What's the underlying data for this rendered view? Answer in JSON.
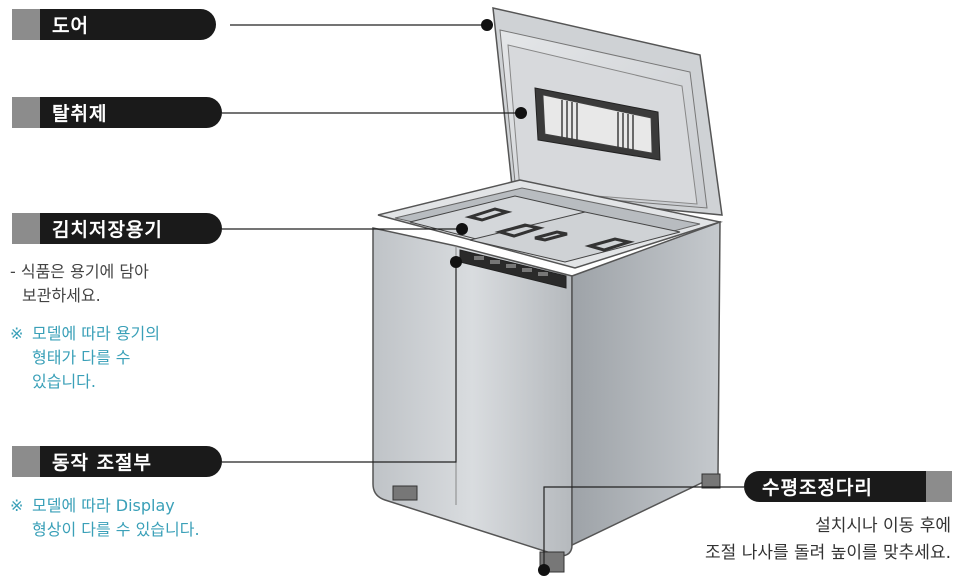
{
  "labels": {
    "door": "도어",
    "deodorizer": "탈취제",
    "container": "김치저장용기",
    "control": "동작 조절부",
    "leveling_leg": "수평조정다리"
  },
  "container_notes": {
    "line1": "- 식품은 용기에 담아",
    "line2": "보관하세요.",
    "note_mark": "※",
    "note1": "모델에 따라 용기의",
    "note2": "형태가 다를 수",
    "note3": "있습니다."
  },
  "control_notes": {
    "note_mark": "※",
    "note1": "모델에 따라 Display",
    "note2": "형상이 다를 수 있습니다."
  },
  "leg_notes": {
    "line1": "설치시나 이동 후에",
    "line2": "조절 나사를 돌려 높이를 맞추세요."
  },
  "colors": {
    "label_bg": "#1a1a1a",
    "label_accent": "#8c8c8c",
    "note_teal": "#3aa0b8"
  }
}
